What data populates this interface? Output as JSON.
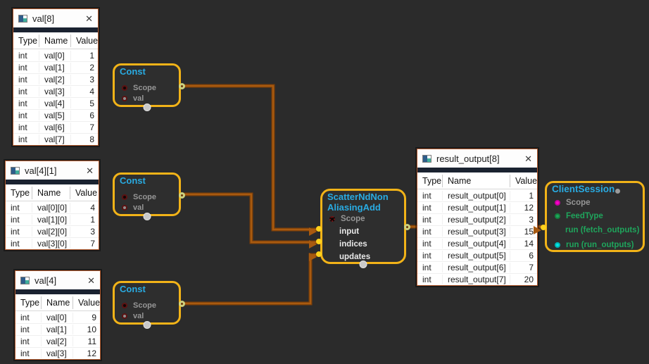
{
  "colors": {
    "canvas_bg": "#2b2b2b",
    "node_border": "#f2b318",
    "node_title": "#29abe2",
    "wire_outer": "#7c3f08",
    "wire_inner": "#a85a10",
    "table_border": "#b2582b",
    "table_strip": "#1a2230",
    "green": "#1fa55c",
    "gray_label": "#969696",
    "magenta": "#ff00cc",
    "cyan_port": "#00e6e6",
    "port_yellow": "#ffd21c"
  },
  "tables": [
    {
      "title": "val[8]",
      "close_label": "✕",
      "columns": [
        "Type",
        "Name",
        "Value"
      ],
      "rows": [
        [
          "int",
          "val[0]",
          "1"
        ],
        [
          "int",
          "val[1]",
          "2"
        ],
        [
          "int",
          "val[2]",
          "3"
        ],
        [
          "int",
          "val[3]",
          "4"
        ],
        [
          "int",
          "val[4]",
          "5"
        ],
        [
          "int",
          "val[5]",
          "6"
        ],
        [
          "int",
          "val[6]",
          "7"
        ],
        [
          "int",
          "val[7]",
          "8"
        ]
      ]
    },
    {
      "title": "val[4][1]",
      "close_label": "✕",
      "columns": [
        "Type",
        "Name",
        "Value"
      ],
      "rows": [
        [
          "int",
          "val[0][0]",
          "4"
        ],
        [
          "int",
          "val[1][0]",
          "1"
        ],
        [
          "int",
          "val[2][0]",
          "3"
        ],
        [
          "int",
          "val[3][0]",
          "7"
        ]
      ]
    },
    {
      "title": "val[4]",
      "close_label": "✕",
      "columns": [
        "Type",
        "Name",
        "Value"
      ],
      "rows": [
        [
          "int",
          "val[0]",
          "9"
        ],
        [
          "int",
          "val[1]",
          "10"
        ],
        [
          "int",
          "val[2]",
          "11"
        ],
        [
          "int",
          "val[3]",
          "12"
        ]
      ]
    },
    {
      "title": "result_output[8]",
      "close_label": "✕",
      "columns": [
        "Type",
        "Name",
        "Value"
      ],
      "rows": [
        [
          "int",
          "result_output[0]",
          "1"
        ],
        [
          "int",
          "result_output[1]",
          "12"
        ],
        [
          "int",
          "result_output[2]",
          "3"
        ],
        [
          "int",
          "result_output[3]",
          "15"
        ],
        [
          "int",
          "result_output[4]",
          "14"
        ],
        [
          "int",
          "result_output[5]",
          "6"
        ],
        [
          "int",
          "result_output[6]",
          "7"
        ],
        [
          "int",
          "result_output[7]",
          "20"
        ]
      ]
    }
  ],
  "consts": [
    {
      "title": "Const",
      "scope_label": "Scope",
      "val_label": "val"
    },
    {
      "title": "Const",
      "scope_label": "Scope",
      "val_label": "val"
    },
    {
      "title": "Const",
      "scope_label": "Scope",
      "val_label": "val"
    }
  ],
  "scatter": {
    "title_line1": "ScatterNdNon",
    "title_line2": "AliasingAdd",
    "scope_label": "Scope",
    "inputs": [
      "input",
      "indices",
      "updates"
    ]
  },
  "client_session": {
    "title": "ClientSession",
    "rows": [
      "Scope",
      "FeedType",
      "run (fetch_outputs)",
      "run (run_outputs)"
    ]
  }
}
